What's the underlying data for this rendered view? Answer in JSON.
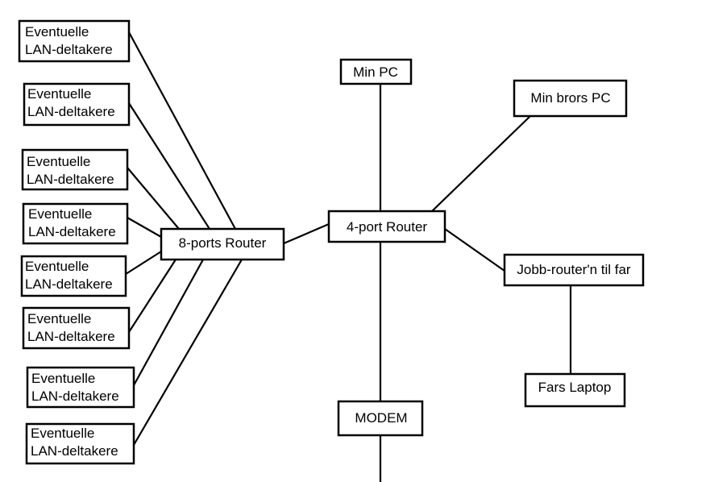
{
  "nodes": {
    "lan_participant_line1": "Eventuelle",
    "lan_participant_line2": "LAN-deltakere",
    "router_8_port": "8-ports Router",
    "router_4_port": "4-port Router",
    "my_pc": "Min PC",
    "brothers_pc": "Min brors PC",
    "work_router": "Jobb-router'n til far",
    "dads_laptop": "Fars Laptop",
    "modem": "MODEM"
  },
  "lan_participants": [
    {
      "line1": "Eventuelle",
      "line2": "LAN-deltakere"
    },
    {
      "line1": "Eventuelle",
      "line2": "LAN-deltakere"
    },
    {
      "line1": "Eventuelle",
      "line2": "LAN-deltakere"
    },
    {
      "line1": "Eventuelle",
      "line2": "LAN-deltakere"
    },
    {
      "line1": "Eventuelle",
      "line2": "LAN-deltakere"
    },
    {
      "line1": "Eventuelle",
      "line2": "LAN-deltakere"
    },
    {
      "line1": "Eventuelle",
      "line2": "LAN-deltakere"
    },
    {
      "line1": "Eventuelle",
      "line2": "LAN-deltakere"
    }
  ]
}
